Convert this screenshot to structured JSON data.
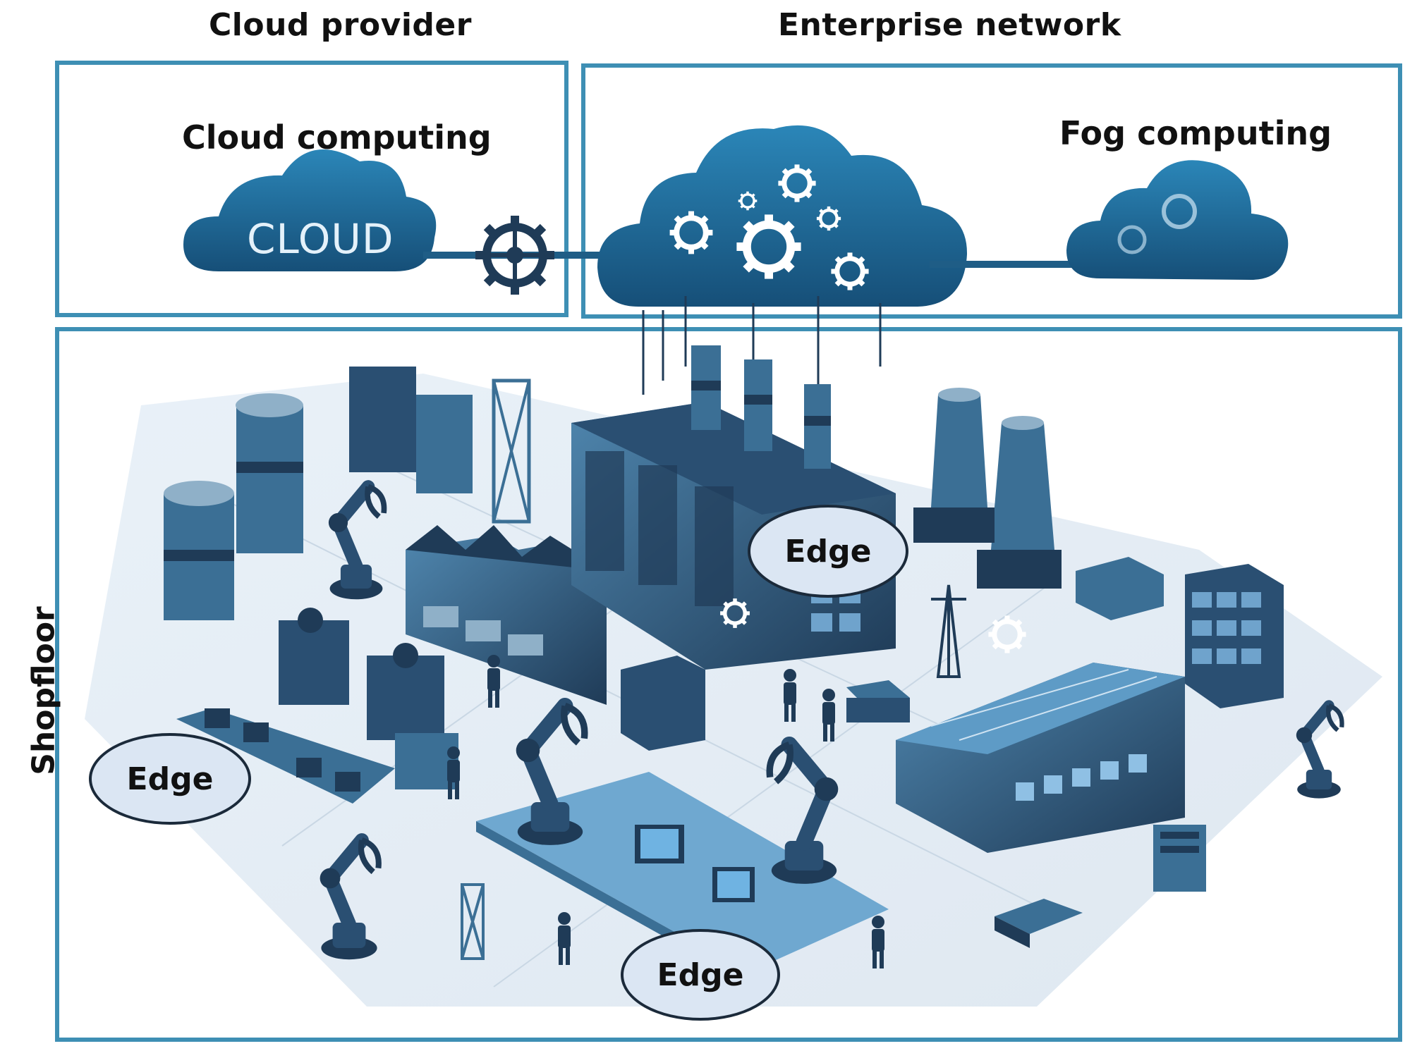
{
  "zones": {
    "cloud_provider": {
      "title": "Cloud provider",
      "caption": "Cloud computing",
      "cloud_text": "CLOUD"
    },
    "enterprise_network": {
      "title": "Enterprise network",
      "caption": "Fog computing"
    },
    "shopfloor": {
      "title": "Shopfloor"
    }
  },
  "edge_labels": [
    "Edge",
    "Edge",
    "Edge"
  ],
  "colors": {
    "border": "#3e8fb4",
    "cloud": "#1f6f9c",
    "machine_dark": "#1f3b57",
    "machine_mid": "#3b6f95",
    "bubble": "#dbe6f3"
  }
}
